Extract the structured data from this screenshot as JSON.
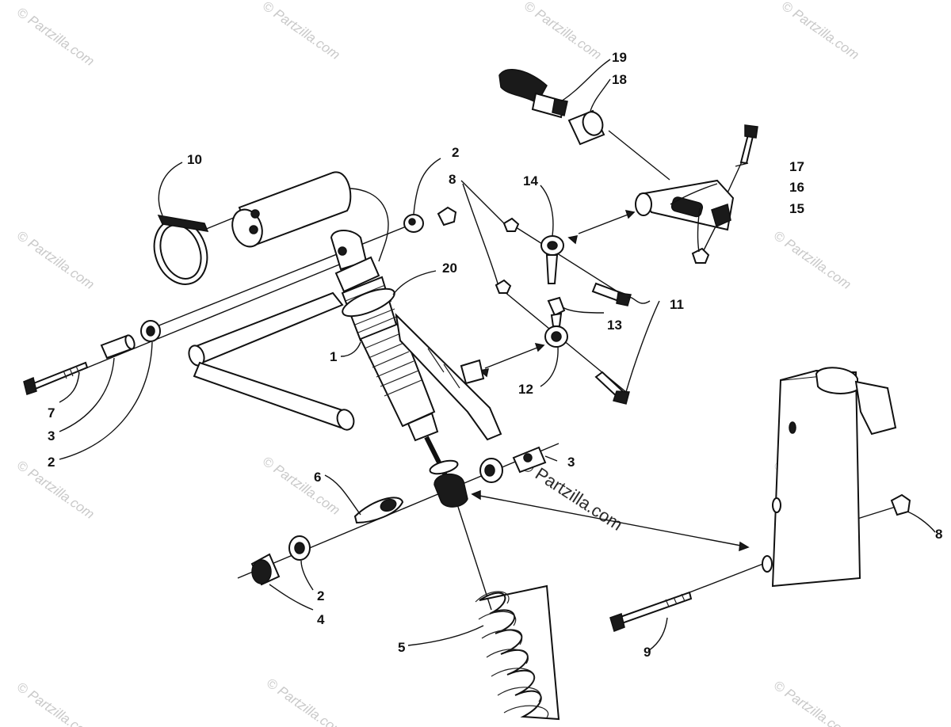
{
  "callouts": {
    "c1": "1",
    "c2a": "2",
    "c2b": "2",
    "c2c": "2",
    "c3a": "3",
    "c3b": "3",
    "c4": "4",
    "c5": "5",
    "c6": "6",
    "c7": "7",
    "c8a": "8",
    "c8b": "8",
    "c9": "9",
    "c10": "10",
    "c11": "11",
    "c12": "12",
    "c13": "13",
    "c14": "14",
    "c15": "15",
    "c16": "16",
    "c17": "17",
    "c18": "18",
    "c19": "19",
    "c20": "20"
  },
  "watermark": {
    "small": "© Partzilla.com",
    "center": "© Partzilla.com"
  }
}
